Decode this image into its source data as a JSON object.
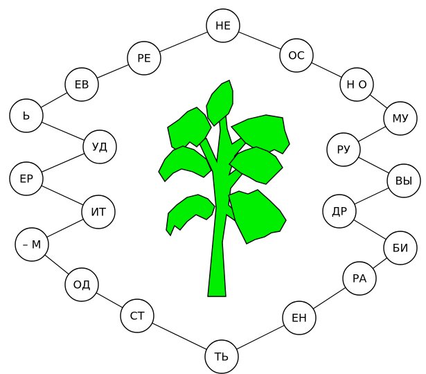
{
  "ring": {
    "syllables": [
      "НЕ",
      "ОС",
      "Н О",
      "МУ",
      "РУ",
      "ВЫ",
      "ДР",
      "БИ",
      "РА",
      "ЕН",
      "ТЬ",
      "СТ",
      "ОД",
      "– М",
      "ИТ",
      "ЕР",
      "УД",
      "Ь",
      "ЕВ",
      "РЕ"
    ]
  },
  "tree": {
    "color": "#00ee00",
    "outline": "#000000"
  },
  "colors": {
    "node_fill": "#ffffff",
    "node_stroke": "#000000",
    "edge": "#000000"
  }
}
